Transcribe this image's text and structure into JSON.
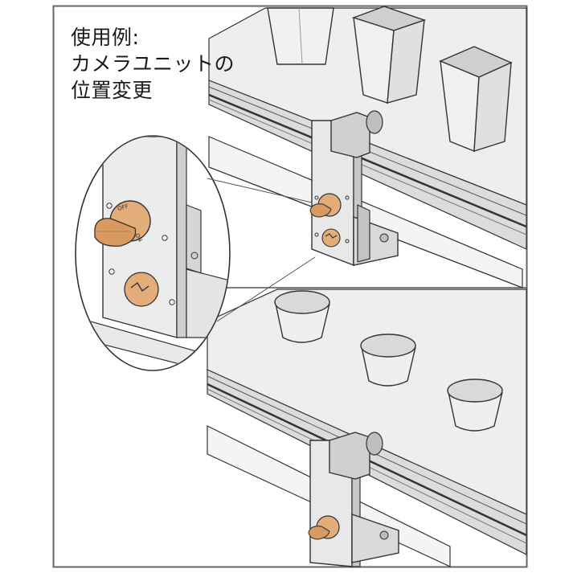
{
  "caption": {
    "line1": "使用例:",
    "line2": "カメラユニットの",
    "line3": "位置変更"
  },
  "knob_label": "OFF ON",
  "colors": {
    "frame": "#666666",
    "metal_light": "#ececec",
    "metal_mid": "#d6d6d6",
    "metal_dark": "#b5b5b5",
    "knob": "#e2ad78",
    "knob_dark": "#c58a52",
    "outline": "#2b2b2b"
  }
}
